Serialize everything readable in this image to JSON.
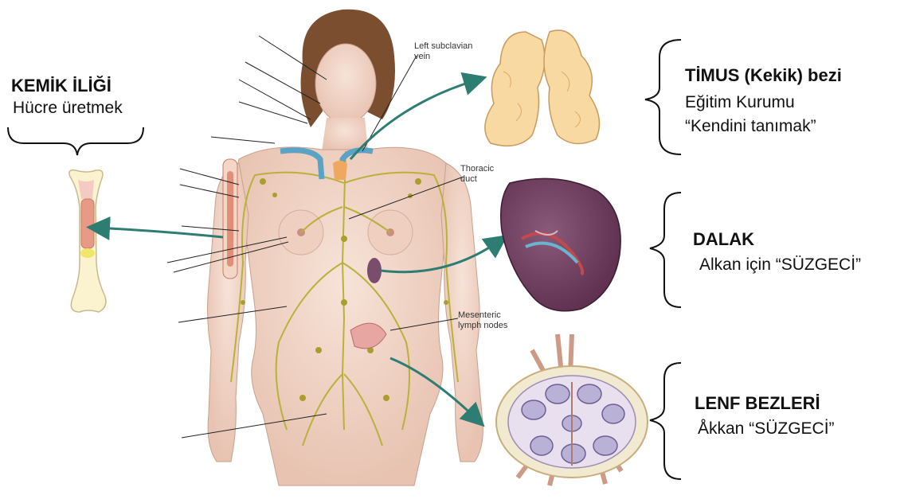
{
  "bone_marrow": {
    "title": "KEMİK İLİĞİ",
    "subtitle": "Hücre üretmek"
  },
  "thymus": {
    "title": "TİMUS (Kekik) bezi",
    "line1": "Eğitim Kurumu",
    "line2": "“Kendini tanımak”"
  },
  "spleen": {
    "title": "DALAK",
    "line1": "Alkan için “SÜZGECİ”"
  },
  "lymph_nodes": {
    "title": "LENF BEZLERİ",
    "line1": "Åkkan  “SÜZGECİ”"
  },
  "anatomy_labels": {
    "subclavian_1": "Left subclavian",
    "subclavian_2": "vein",
    "thoracic_1": "Thoracic",
    "thoracic_2": "duct",
    "mesenteric_1": "Mesenteric",
    "mesenteric_2": "lymph nodes"
  },
  "colors": {
    "arrow": "#2e7d73",
    "bracket": "#111111",
    "lymph": "#b8b23a",
    "skin": "#f0d6c8"
  }
}
